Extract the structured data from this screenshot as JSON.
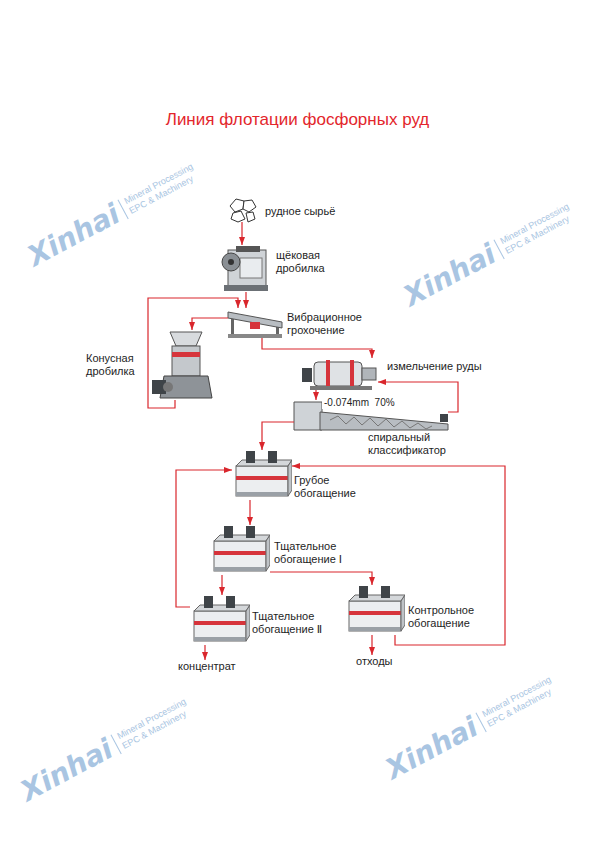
{
  "diagram": {
    "title": "Линия флотации фосфорных руд",
    "nodes": [
      {
        "text": [
          "рудное сырьё"
        ]
      },
      {
        "text": [
          "щёковая дробилка"
        ]
      },
      {
        "text": [
          "Вибрационное грохочение"
        ]
      },
      {
        "text": [
          "Конусная дробилка"
        ]
      },
      {
        "text": [
          "измельчение руды"
        ]
      },
      {
        "text": [
          "спиральный классификатор"
        ]
      },
      {
        "text": [
          "Грубое обогащение"
        ]
      },
      {
        "text": [
          "Тщательное обогащение Ⅰ"
        ]
      },
      {
        "text": [
          "Тщательное обогащение Ⅱ"
        ]
      },
      {
        "text": [
          "Контрольное обогащение"
        ]
      },
      {
        "text": [
          "концентрат"
        ]
      },
      {
        "text": [
          "отходы"
        ]
      }
    ],
    "edges": [
      {
        "from": 0,
        "to": 1,
        "arrow": "to"
      },
      {
        "from": 1,
        "to": 2,
        "arrow": "to"
      },
      {
        "from": 2,
        "to": 3,
        "arrow": "to"
      },
      {
        "from": 3,
        "to": 2,
        "arrow": "to"
      },
      {
        "from": 2,
        "to": 4,
        "arrow": "to"
      },
      {
        "from": 4,
        "to": 5,
        "arrow": "to"
      },
      {
        "from": 5,
        "to": 4,
        "arrow": "to"
      },
      {
        "from": 5,
        "to": 6,
        "arrow": "to"
      },
      {
        "from": 6,
        "to": 7,
        "arrow": "to"
      },
      {
        "from": 7,
        "to": 8,
        "arrow": "to"
      },
      {
        "from": 7,
        "to": 9,
        "arrow": "to"
      },
      {
        "from": 9,
        "to": 6,
        "arrow": "to"
      },
      {
        "from": 8,
        "to": 6,
        "arrow": "to"
      },
      {
        "from": 8,
        "to": 10,
        "arrow": "to"
      },
      {
        "from": 9,
        "to": 11,
        "arrow": "to"
      }
    ],
    "labels": [
      "-0.074mm  70%",
      "Xinhai",
      "Mineral Processing",
      "EPC & Machinery",
      "Xinhai",
      "Mineral Processing",
      "EPC & Machinery",
      "Xinhai",
      "Mineral Processing",
      "EPC & Machinery",
      "Xinhai",
      "Mineral Processing",
      "EPC & Machinery"
    ]
  }
}
